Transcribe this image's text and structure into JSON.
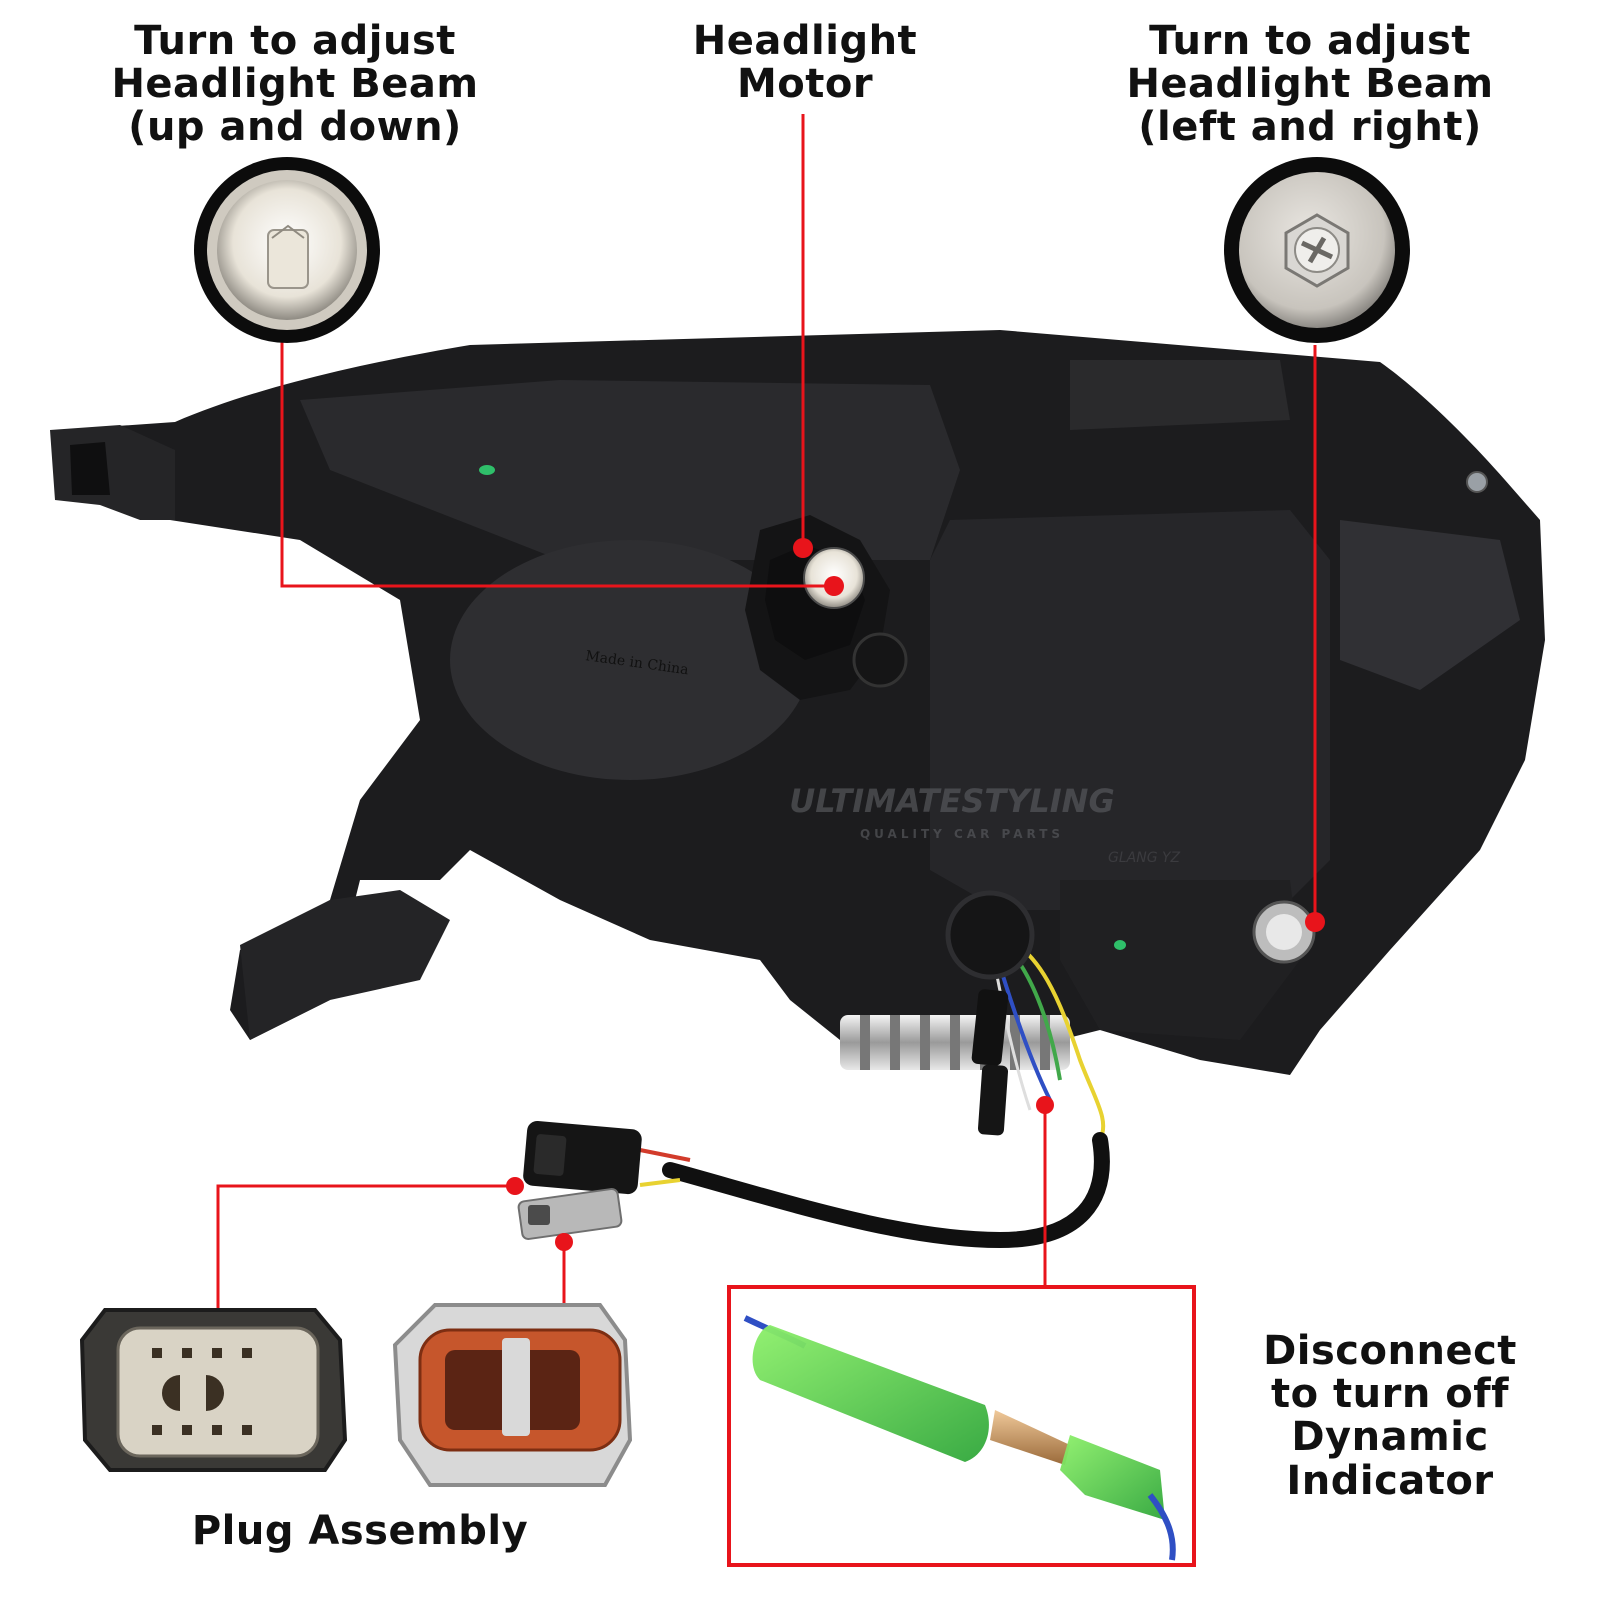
{
  "labels": {
    "tilt": [
      "Turn to adjust",
      "Headlight Beam",
      "(up and down)"
    ],
    "motor": [
      "Headlight",
      "Motor"
    ],
    "pan": [
      "Turn to adjust",
      "Headlight Beam",
      "(left and right)"
    ],
    "dynamic": [
      "Disconnect",
      "to turn off",
      "Dynamic",
      "Indicator"
    ],
    "plug": "Plug Assembly"
  },
  "housing": {
    "stamp": "Made in China",
    "stamp_code": "GLANG YZ"
  },
  "watermark": {
    "brand": "ULTIMATESTYLING",
    "tagline": "QUALITY CAR PARTS"
  },
  "colors": {
    "callout": "#e8141b",
    "housing": "#1c1c1e",
    "housing_light": "#2c2c2f",
    "ink": "#111111",
    "wire_green": "#41a84a",
    "wire_yellow": "#e8d231",
    "wire_blue": "#2f4fc4",
    "plug_orange": "#c6562c",
    "heatshrink": "#63d84a"
  }
}
